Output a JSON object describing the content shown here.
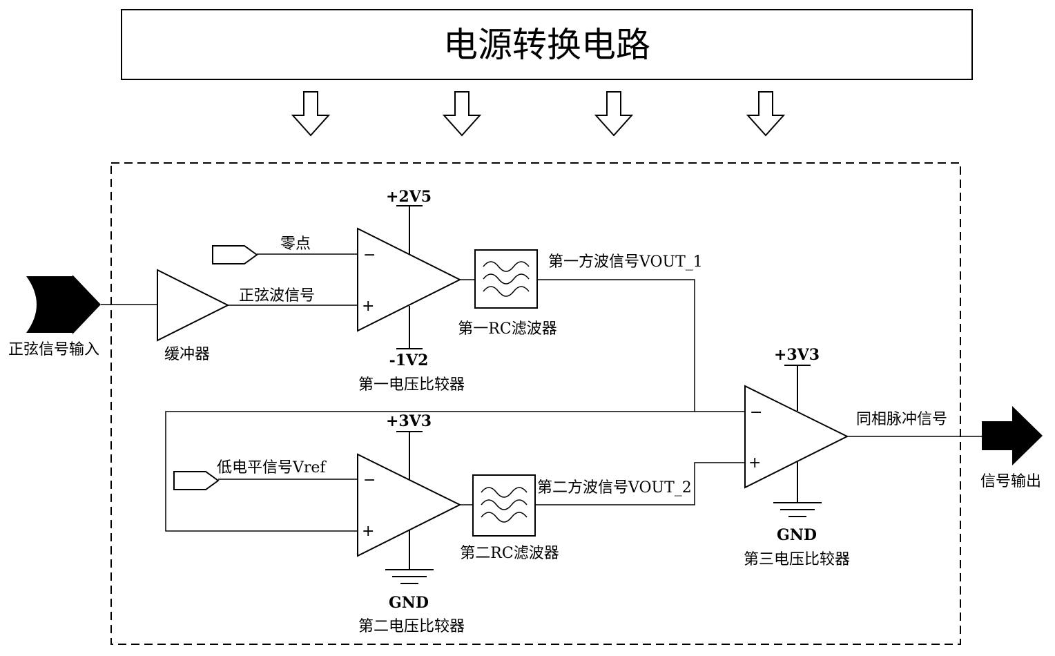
{
  "power_block": {
    "title": "电源转换电路"
  },
  "input": {
    "label": "正弦信号输入"
  },
  "output": {
    "label": "信号输出"
  },
  "buffer": {
    "label": "缓冲器"
  },
  "comparator1": {
    "label": "第一电压比较器",
    "vpos": "+2V5",
    "vneg": "-1V2",
    "minus_sign": "−",
    "plus_sign": "+",
    "minus_input_label": "零点",
    "plus_input_label": "正弦波信号"
  },
  "filter1": {
    "label": "第一RC滤波器",
    "output_label": "第一方波信号VOUT_1"
  },
  "comparator2": {
    "label": "第二电压比较器",
    "vpos": "+3V3",
    "ground": "GND",
    "minus_sign": "−",
    "plus_sign": "+",
    "minus_input_label": "低电平信号Vref"
  },
  "filter2": {
    "label": "第二RC滤波器",
    "output_label": "第二方波信号VOUT_2"
  },
  "comparator3": {
    "label": "第三电压比较器",
    "vpos": "+3V3",
    "ground": "GND",
    "minus_sign": "−",
    "plus_sign": "+",
    "output_label": "同相脉冲信号"
  },
  "colors": {
    "line": "#000000",
    "background": "#ffffff"
  },
  "icons": [
    "arrow-down-icon",
    "input-arrow-icon",
    "output-arrow-icon",
    "ground-icon",
    "filter-icon",
    "port-icon"
  ]
}
